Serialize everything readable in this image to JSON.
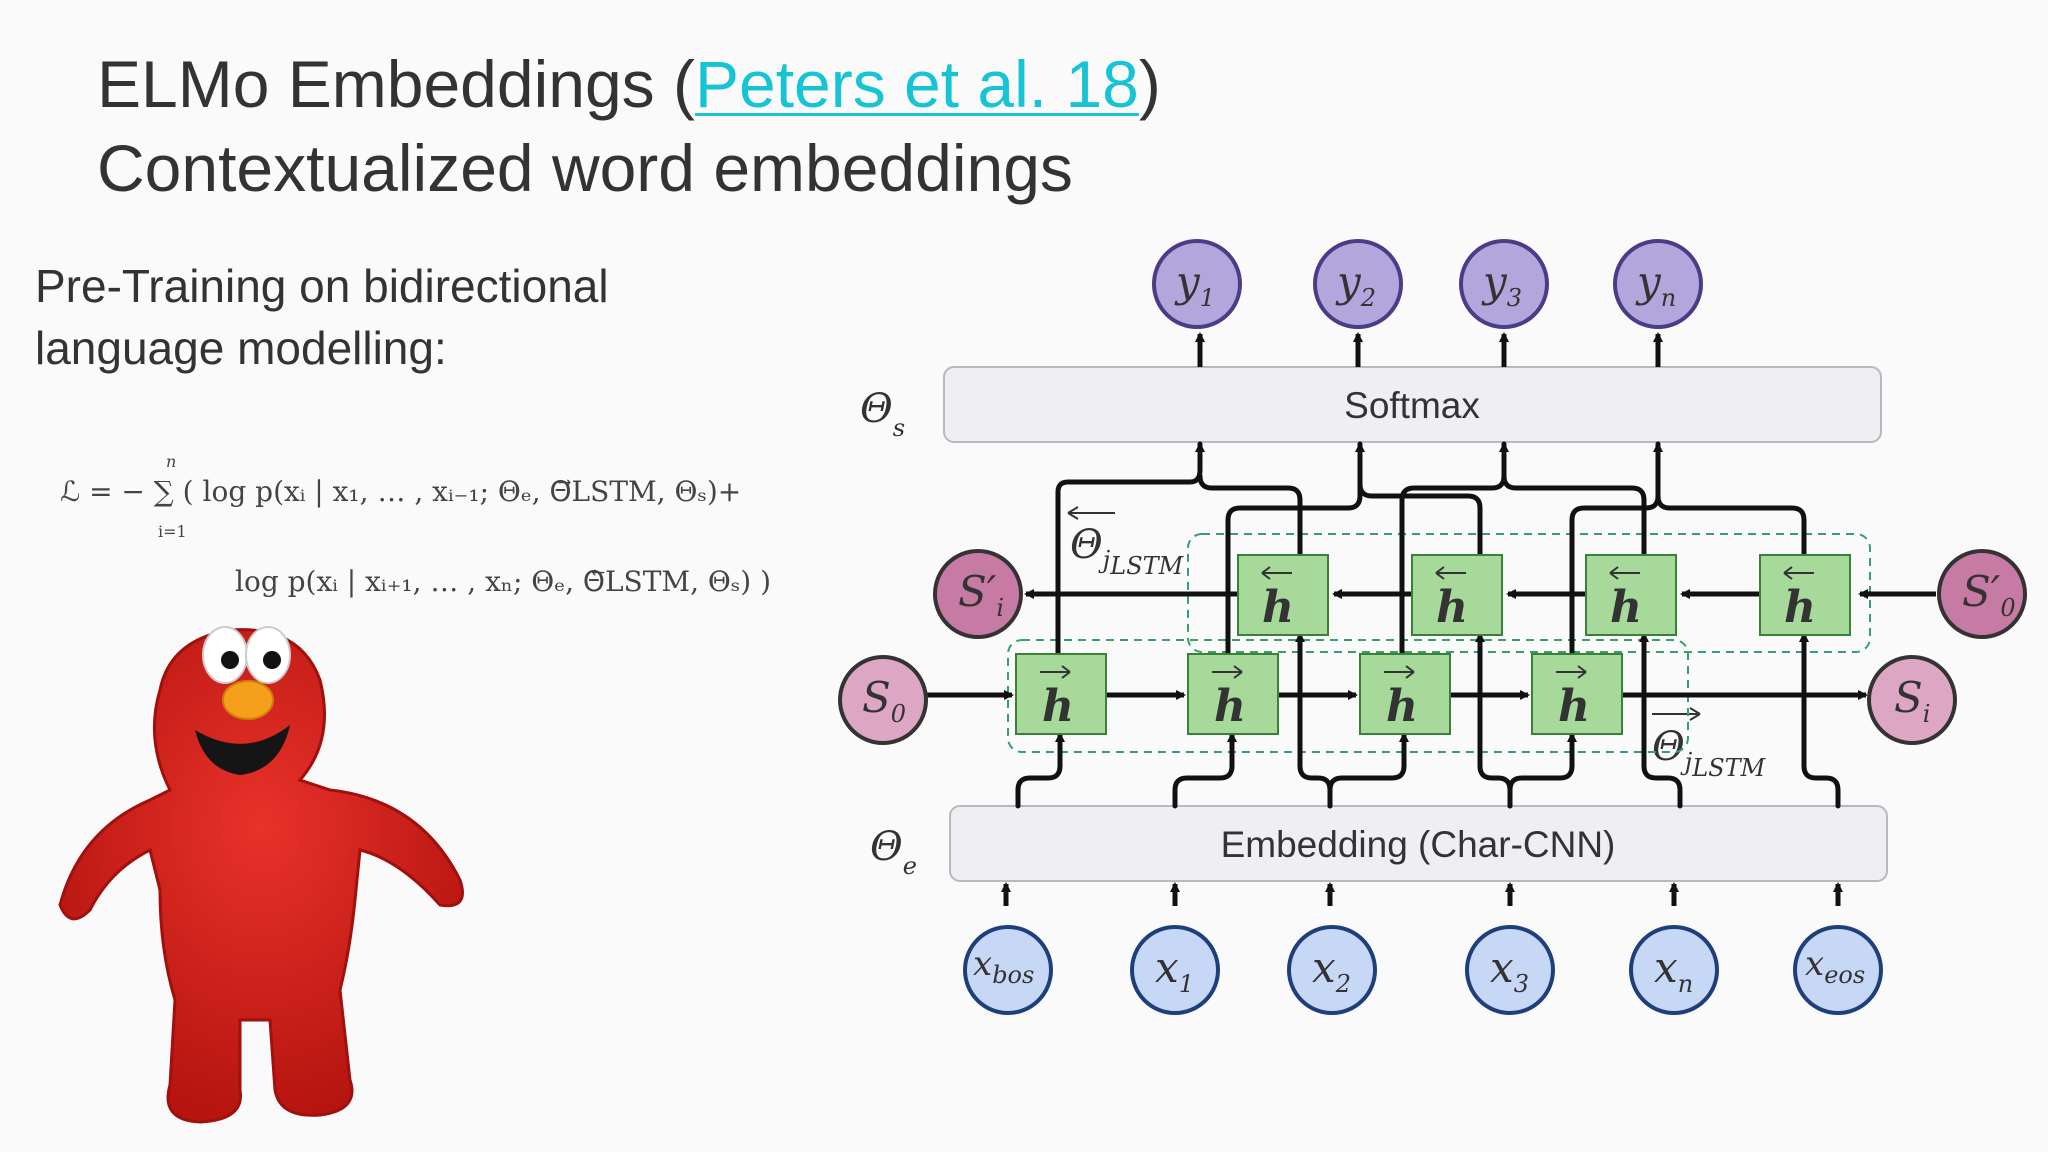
{
  "header": {
    "title_prefix": "ELMo Embeddings (",
    "title_link": "Peters et al. 18",
    "title_suffix": ")",
    "subtitle": "Contextualized word embeddings"
  },
  "body_text": "Pre-Training on bidirectional language modelling:",
  "formula": {
    "line1": "ℒ = − ∑ ( log p(xᵢ | x₁, … , xᵢ₋₁; Θₑ, Θ⃗LSTM, Θₛ)+",
    "line2": "log p(xᵢ | xᵢ₊₁, … , xₙ; Θₑ, Θ⃖LSTM, Θₛ) )",
    "sum_lower": "i=1",
    "sum_upper": "n"
  },
  "diagram": {
    "softmax_label": "Softmax",
    "embedding_label": "Embedding (Char-CNN)",
    "theta_s": "Θ",
    "theta_s_sub": "s",
    "theta_e": "Θ",
    "theta_e_sub": "e",
    "theta_back": "Θ",
    "theta_back_sub": "j",
    "theta_back_sub2": "LSTM",
    "theta_fwd": "Θ",
    "theta_fwd_sub": "j",
    "theta_fwd_sub2": "LSTM",
    "h_symbol": "h",
    "outputs": [
      {
        "base": "y",
        "sub": "1"
      },
      {
        "base": "y",
        "sub": "2"
      },
      {
        "base": "y",
        "sub": "3"
      },
      {
        "base": "y",
        "sub": "n"
      }
    ],
    "inputs": [
      {
        "base": "x",
        "sub": "bos"
      },
      {
        "base": "x",
        "sub": "1"
      },
      {
        "base": "x",
        "sub": "2"
      },
      {
        "base": "x",
        "sub": "3"
      },
      {
        "base": "x",
        "sub": "n"
      },
      {
        "base": "x",
        "sub": "eos"
      }
    ],
    "states": {
      "s0": {
        "base": "S",
        "sub": "0"
      },
      "si": {
        "base": "S",
        "sub": "i"
      },
      "si_prime": {
        "base": "S′",
        "sub": "i"
      },
      "s0_prime": {
        "base": "S′",
        "sub": "0"
      }
    }
  },
  "colors": {
    "output_node": "#b3a6dc",
    "input_node": "#c7d8f7",
    "state_dark": "#c77aa3",
    "state_light": "#dca6c4",
    "lstm_box": "#a6d99a",
    "layer_box": "#eeeef3",
    "link": "#17c4d6"
  }
}
